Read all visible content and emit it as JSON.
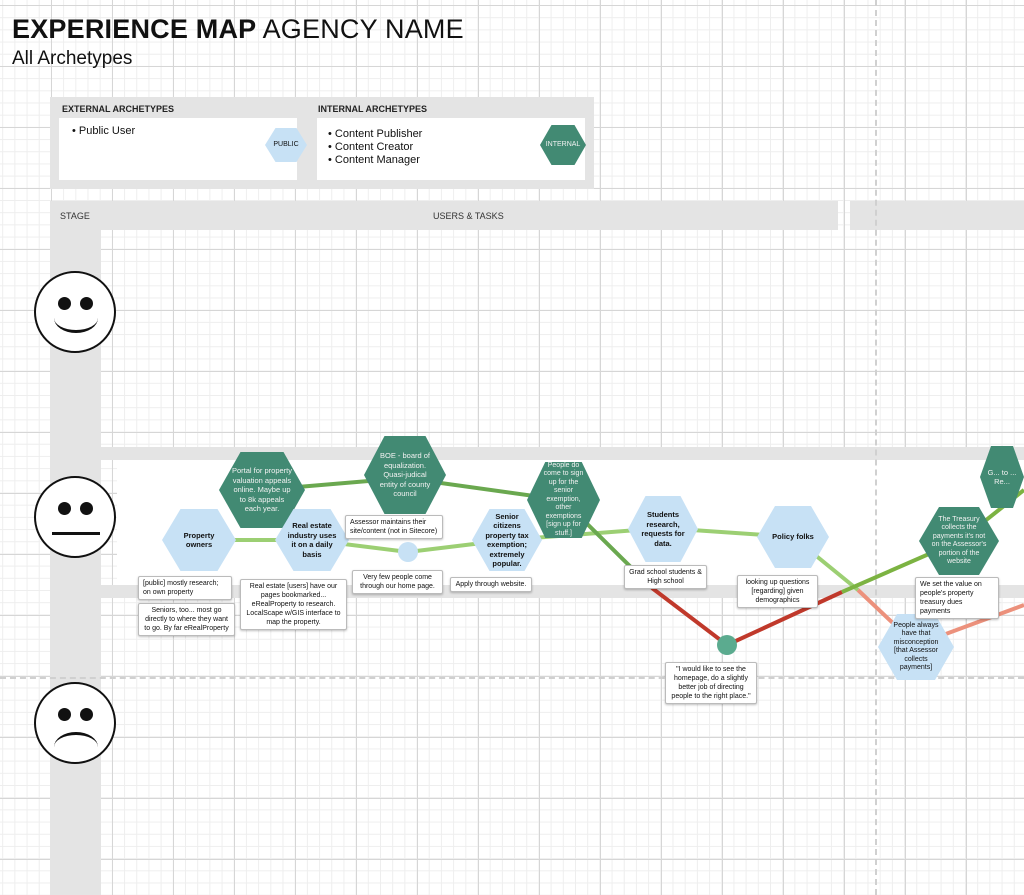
{
  "header": {
    "title_bold": "EXPERIENCE MAP",
    "title_rest": "AGENCY NAME",
    "subtitle": "All Archetypes"
  },
  "archetypes": {
    "external": {
      "label": "EXTERNAL ARCHETYPES",
      "items": [
        "• Public User"
      ],
      "badge": "PUBLIC"
    },
    "internal": {
      "label": "INTERNAL ARCHETYPES",
      "items": [
        "• Content Publisher",
        "• Content Creator",
        "• Content Manager"
      ],
      "badge": "INTERNAL"
    }
  },
  "columns": {
    "stage": "STAGE",
    "users_tasks": "USERS & TASKS"
  },
  "faces": [
    "happy-face-icon",
    "neutral-face-icon",
    "sad-face-icon"
  ],
  "colors": {
    "dark_hex": "#428a73",
    "light_hex": "#c7e1f5",
    "internal_line": "#6aa84f",
    "external_line": "#9ccf73",
    "negative": "#c0392b",
    "negative_light": "#ec917c"
  },
  "nodes": {
    "portal": "Portal for property valuation appeals online. Maybe up to 8k appeals each year.",
    "boe": "BOE - board of equalization. Quasi-judical entity of county council",
    "signup": "People do come to sign up for the senior exemption, other exemptions [sign up for stuff.]",
    "treasury": "The Treasury collects the payments it's not on the Assessor's portion of the website",
    "edge": "G... to ... Re...",
    "owners": "Property owners",
    "realestate": "Real estate industry uses it on a daily basis",
    "seniors": "Senior citizens property tax exemption; extremely popular.",
    "students": "Students research, requests for data.",
    "policy": "Policy folks",
    "misconception": "People always have that misconception [that Assessor collects payments]"
  },
  "notes": {
    "public": "[public] mostly research; on own property",
    "seniors_too": "Seniors, too... most go directly to where they want to go. By far eRealProperty",
    "realestate_users": "Real estate [users] have our pages bookmarked... eRealProperty to research. LocalScape w/GIS interface to map the property.",
    "assessor": "Assessor maintains their site/content (not in Sitecore)",
    "few_people": "Very few people come through our home page.",
    "apply": "Apply through website.",
    "grad": "Grad school students & High school",
    "looking": "looking up questions [regarding] given demographics",
    "quote": "\"I would like to see the homepage, do a slightly better job of directing people to the right place.\"",
    "value": "We set the value on people's property treasury dues payments"
  }
}
